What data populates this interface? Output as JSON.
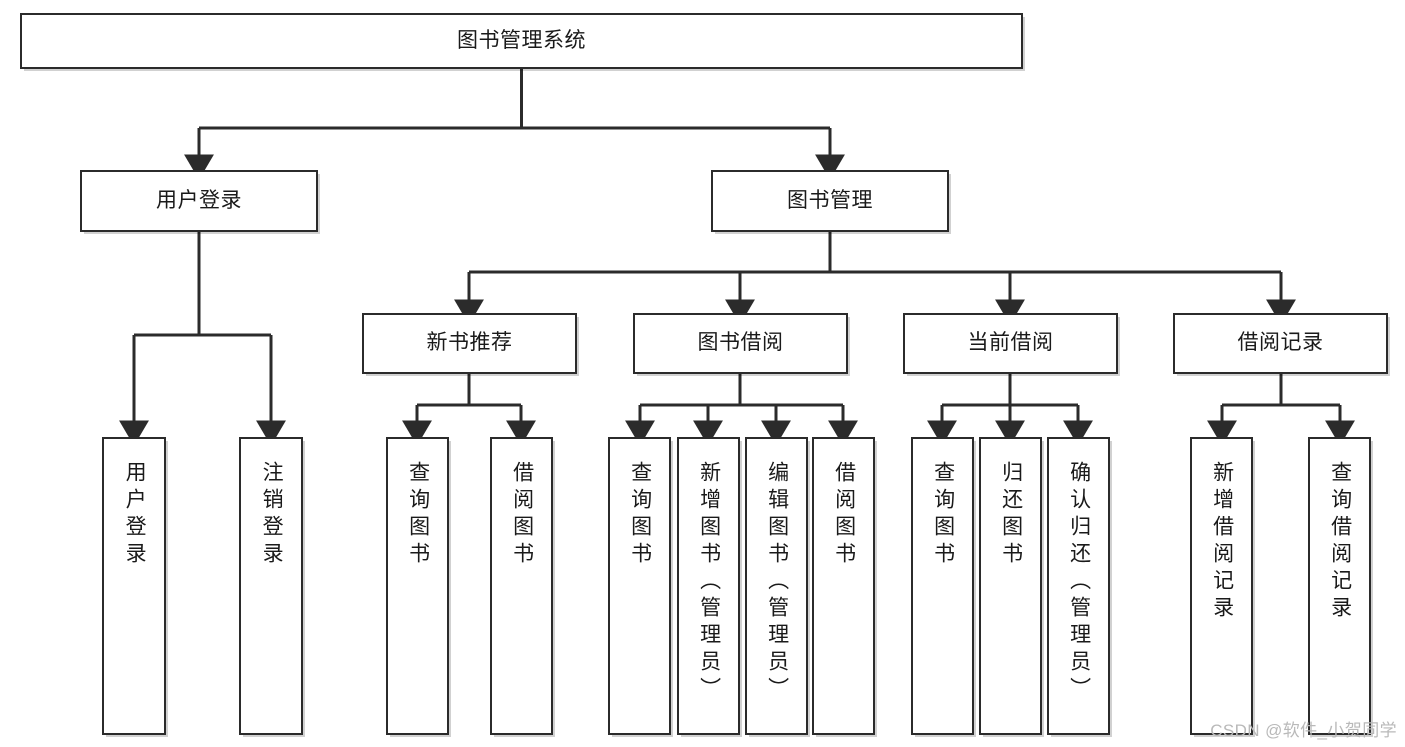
{
  "diagram": {
    "title": "图书管理系统",
    "type": "tree-hierarchy",
    "root": {
      "id": "root",
      "label": "图书管理系统",
      "level": 0
    },
    "level1": [
      {
        "id": "user-login",
        "label": "用户登录"
      },
      {
        "id": "book-manage",
        "label": "图书管理"
      }
    ],
    "level2": [
      {
        "id": "new-book-recommend",
        "label": "新书推荐",
        "parent": "book-manage"
      },
      {
        "id": "book-borrow",
        "label": "图书借阅",
        "parent": "book-manage"
      },
      {
        "id": "current-borrow",
        "label": "当前借阅",
        "parent": "book-manage"
      },
      {
        "id": "borrow-record",
        "label": "借阅记录",
        "parent": "book-manage"
      }
    ],
    "leaves": [
      {
        "id": "leaf-user-login",
        "label": "用户登录",
        "parent": "user-login"
      },
      {
        "id": "leaf-logout",
        "label": "注销登录",
        "parent": "user-login"
      },
      {
        "id": "leaf-query-book-1",
        "label": "查询图书",
        "parent": "new-book-recommend"
      },
      {
        "id": "leaf-borrow-book-1",
        "label": "借阅图书",
        "parent": "new-book-recommend"
      },
      {
        "id": "leaf-query-book-2",
        "label": "查询图书",
        "parent": "book-borrow"
      },
      {
        "id": "leaf-add-book",
        "label": "新增图书（管理员）",
        "parent": "book-borrow"
      },
      {
        "id": "leaf-edit-book",
        "label": "编辑图书（管理员）",
        "parent": "book-borrow"
      },
      {
        "id": "leaf-borrow-book-2",
        "label": "借阅图书",
        "parent": "book-borrow"
      },
      {
        "id": "leaf-query-book-3",
        "label": "查询图书",
        "parent": "current-borrow"
      },
      {
        "id": "leaf-return-book",
        "label": "归还图书",
        "parent": "current-borrow"
      },
      {
        "id": "leaf-confirm-return",
        "label": "确认归还（管理员）",
        "parent": "current-borrow"
      },
      {
        "id": "leaf-add-record",
        "label": "新增借阅记录",
        "parent": "borrow-record"
      },
      {
        "id": "leaf-query-record",
        "label": "查询借阅记录",
        "parent": "borrow-record"
      }
    ]
  },
  "watermark": {
    "text": "CSDN @软件_小贺同学"
  },
  "colors": {
    "stroke": "#2b2b2b",
    "fill": "#ffffff",
    "text": "#1a1a1a",
    "watermark": "#b9b9b9"
  }
}
